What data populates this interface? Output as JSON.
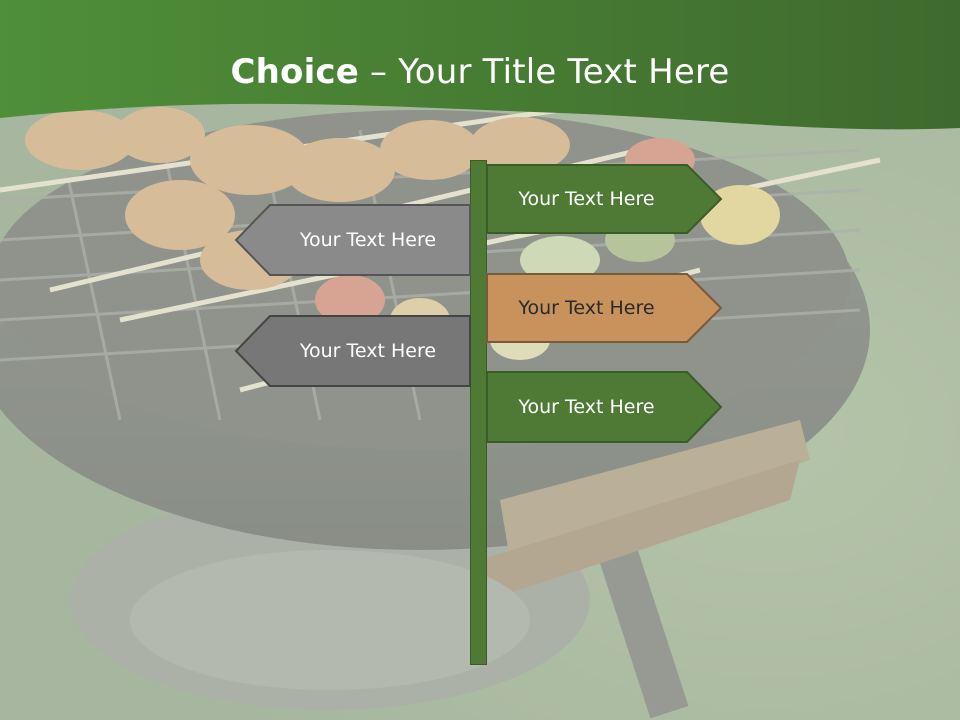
{
  "title": {
    "emphasis": "Choice",
    "rest": " – Your Title Text Here"
  },
  "signs": [
    {
      "label": "Your Text Here",
      "direction": "right",
      "color": "#4e7a36"
    },
    {
      "label": "Your Text Here",
      "direction": "left",
      "color": "#8a8a8a"
    },
    {
      "label": "Your Text Here",
      "direction": "right",
      "color": "#c8925c"
    },
    {
      "label": "Your Text Here",
      "direction": "left",
      "color": "#777777"
    },
    {
      "label": "Your Text Here",
      "direction": "right",
      "color": "#4e7a36"
    }
  ],
  "colors": {
    "header_green": "#4b8a36",
    "pole_green": "#4e7a36"
  }
}
